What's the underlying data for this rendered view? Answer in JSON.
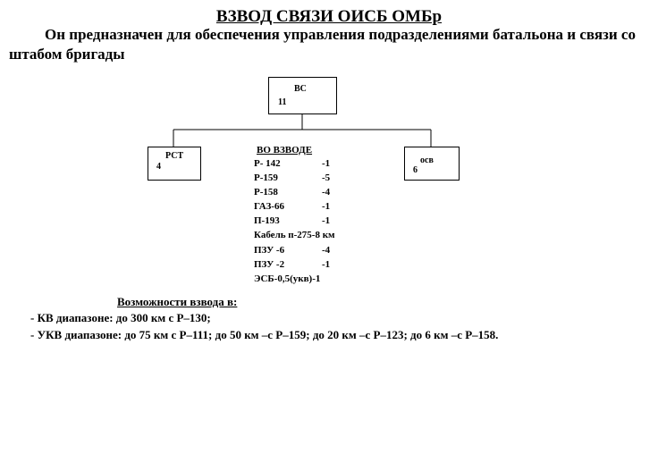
{
  "header": {
    "title": "ВЗВОД СВЯЗИ ОИСБ ОМБр",
    "intro": "Он предназначен для  обеспечения управления подразделениями батальона и связи со штабом бригады"
  },
  "org_chart": {
    "top": {
      "name": "ВС",
      "count": "11"
    },
    "left": {
      "name": "РСТ",
      "count": "4"
    },
    "right": {
      "name": "осв",
      "count": "6"
    }
  },
  "equipment": {
    "title": "ВО ВЗВОДЕ",
    "items": [
      {
        "name": "Р- 142",
        "qty": "-1"
      },
      {
        "name": "Р-159",
        "qty": "-5"
      },
      {
        "name": "Р-158",
        "qty": "-4"
      },
      {
        "name": "ГАЗ-66",
        "qty": "-1"
      },
      {
        "name": "П-193",
        "qty": "-1"
      },
      {
        "name": "Кабель п-275-8  км",
        "qty": ""
      },
      {
        "name": "ПЗУ -6",
        "qty": "-4"
      },
      {
        "name": "ПЗУ -2",
        "qty": "-1"
      },
      {
        "name": "ЭСБ-0,5(укв)-1",
        "qty": ""
      }
    ]
  },
  "capabilities": {
    "title": "Возможности взвода в:",
    "lines": [
      "- КВ диапазоне: до 300 км с Р–130;",
      "- УКВ диапазоне: до 75 км с Р–111; до 50 км  –с Р–159; до 20 км –с Р–123; до 6 км –с Р–158."
    ]
  }
}
